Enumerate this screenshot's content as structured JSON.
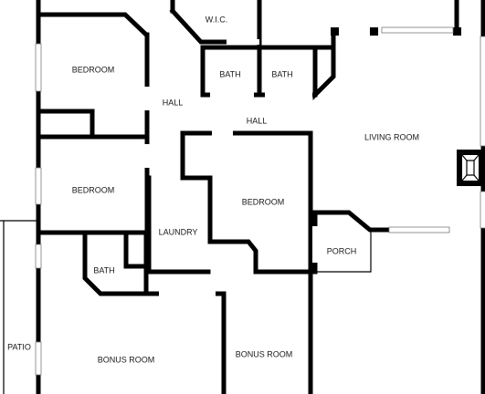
{
  "rooms": {
    "wic": "W.I.C.",
    "bedroom_1": "BEDROOM",
    "hall_upper": "HALL",
    "bath_1": "BATH",
    "bath_2": "BATH",
    "hall_middle": "HALL",
    "living_room": "LIVING ROOM",
    "bedroom_2": "BEDROOM",
    "bedroom_3": "BEDROOM",
    "laundry": "LAUNDRY",
    "porch": "PORCH",
    "bath_3": "BATH",
    "patio": "PATIO",
    "bonus_room_1": "BONUS ROOM",
    "bonus_room_2": "BONUS ROOM"
  }
}
